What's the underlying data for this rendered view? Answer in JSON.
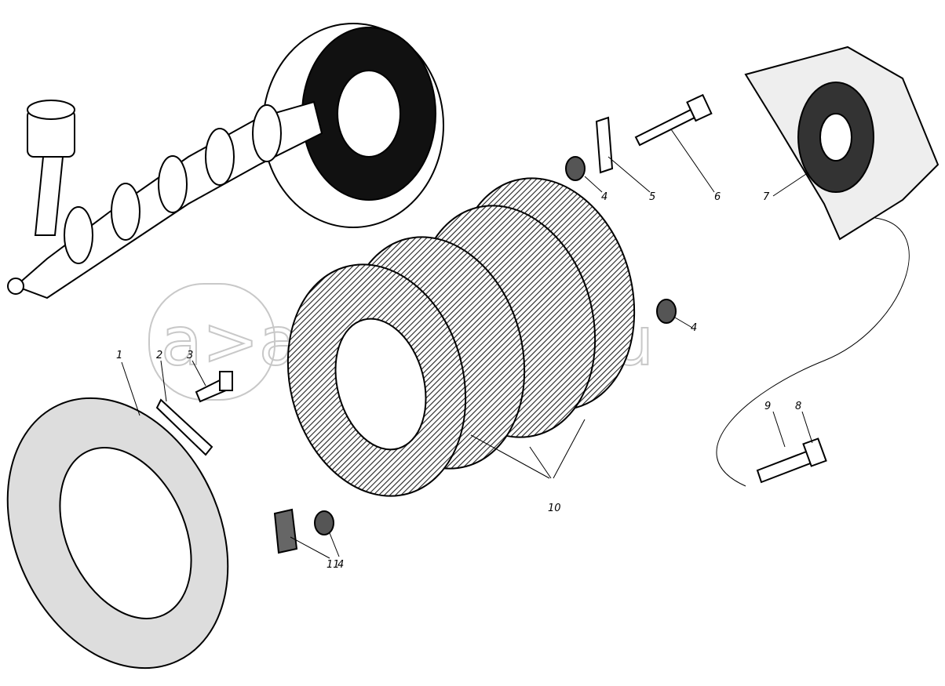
{
  "diagram": {
    "watermark": "a>autopiter.ru",
    "colors": {
      "ink": "#000000",
      "paper": "#ffffff",
      "watermark": "#c8c8c8"
    },
    "callouts": [
      {
        "id": "1",
        "part": "flywheel"
      },
      {
        "id": "2",
        "part": "lock-plate"
      },
      {
        "id": "3",
        "part": "bolt"
      },
      {
        "id": "4",
        "part": "washer"
      },
      {
        "id": "5",
        "part": "tab-washer"
      },
      {
        "id": "6",
        "part": "bolt"
      },
      {
        "id": "7",
        "part": "flange"
      },
      {
        "id": "4",
        "part": "washer"
      },
      {
        "id": "9",
        "part": "bolt"
      },
      {
        "id": "8",
        "part": "lock-wire"
      },
      {
        "id": "10",
        "part": "disc-set"
      },
      {
        "id": "11",
        "part": "bracket"
      },
      {
        "id": "4",
        "part": "washer"
      }
    ]
  }
}
